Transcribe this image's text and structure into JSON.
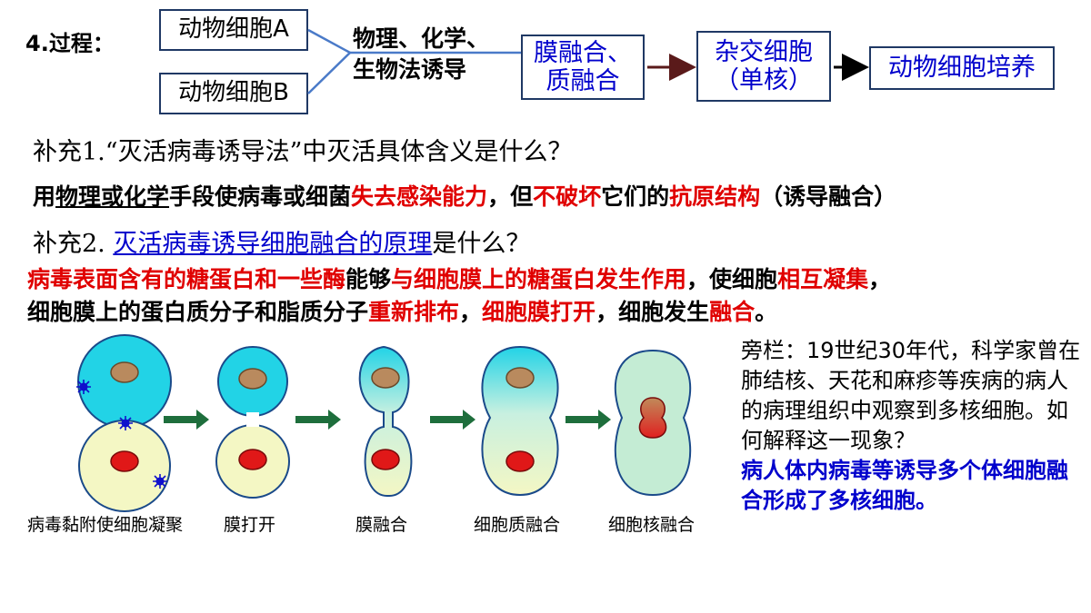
{
  "process": {
    "label": "4.过程：",
    "cell_a": "动物细胞A",
    "cell_b": "动物细胞B",
    "induce_line1": "物理、化学、",
    "induce_line2": "生物法诱导",
    "fusion_line1": "膜融合、",
    "fusion_line2": "质融合",
    "hybrid_line1": "杂交细胞",
    "hybrid_line2": "（单核）",
    "culture": "动物细胞培养"
  },
  "supplement1": {
    "question": "补充1.“灭活病毒诱导法”中灭活具体含义是什么？",
    "answer": {
      "p1": "用",
      "p2": "物理或化学",
      "p3": "手段使病毒或细菌",
      "p4": "失去感染能力",
      "p5": "，但",
      "p6": "不破坏",
      "p7": "它们的",
      "p8": "抗原结构",
      "p9": "（诱导融合）"
    }
  },
  "supplement2": {
    "question_prefix": "补充2. ",
    "question_underlined": "灭活病毒诱导细胞融合的原理",
    "question_suffix": "是什么？",
    "answer_line1": {
      "p1": "病毒表面含有的糖蛋白和一些酶",
      "p2": "能够",
      "p3": "与细胞膜上的糖蛋白发生作用",
      "p4": "，使细胞",
      "p5": "相互凝集",
      "p6": "，"
    },
    "answer_line2": {
      "p1": "细胞膜上的蛋白质分子和脂质分子",
      "p2": "重新排布",
      "p3": "，",
      "p4": "细胞膜打开",
      "p5": "，细胞发生",
      "p6": "融合",
      "p7": "。"
    }
  },
  "sidebar": {
    "text": "旁栏：19世纪30年代，科学家曾在肺结核、天花和麻疹等疾病的病人的病理组织中观察到多核细胞。如何解释这一现象？",
    "answer": "病人体内病毒等诱导多个体细胞融合形成了多核细胞。"
  },
  "captions": [
    "病毒黏附使细胞凝聚",
    "膜打开",
    "膜融合",
    "细胞质融合",
    "细胞核融合"
  ],
  "colors": {
    "blue_text": "#0000cc",
    "red_text": "#e00000",
    "cyan_cell": "#22d3e6",
    "yellow_cell": "#f4f7c4",
    "arrow_green": "#1e6e3c"
  }
}
